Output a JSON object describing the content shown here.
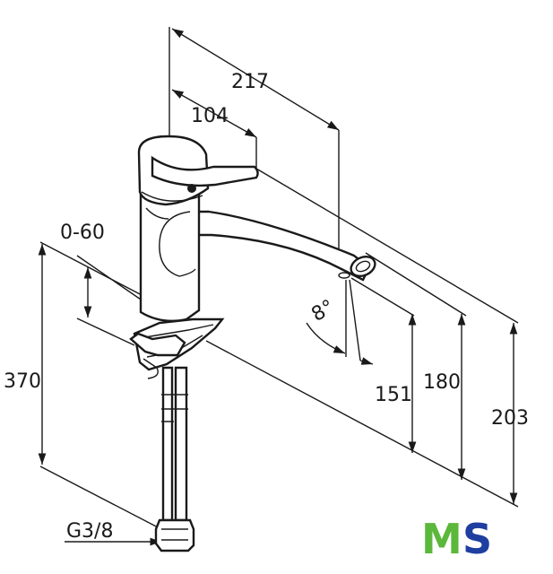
{
  "dimensions": {
    "spout_reach": "217",
    "handle_reach": "104",
    "lever_tilt": "0-60",
    "angle": "8°",
    "deck_depth": "370",
    "height_1": "151",
    "height_2": "180",
    "height_3": "203",
    "thread": "G3/8"
  },
  "logo": {
    "letter_m": "M",
    "letter_s": "S",
    "color_m": "#5cb83a",
    "color_s": "#1e3fa0"
  },
  "icons": {
    "arrowhead": "filled-triangle-arrow"
  }
}
